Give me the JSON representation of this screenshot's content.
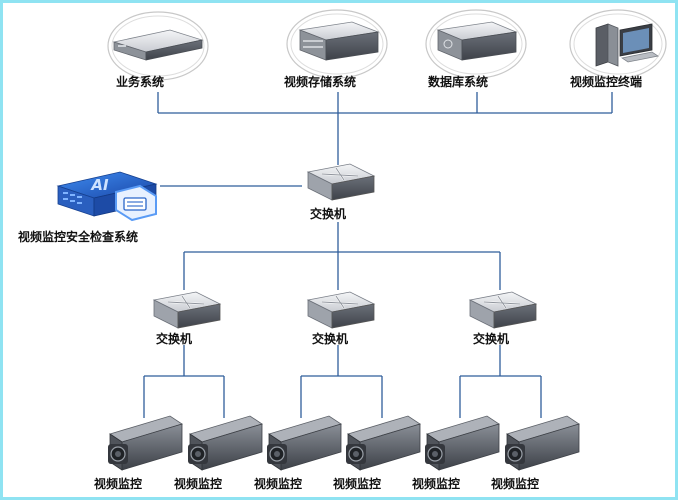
{
  "colors": {
    "frame": "#8fe3f2",
    "link": "#2f5d9b",
    "device_dark": "#4a4f57",
    "device_light": "#d7dadf",
    "ai_blue": "#2a66c9"
  },
  "icons": {
    "server": "server-icon",
    "storage": "storage-server-icon",
    "database": "database-server-icon",
    "terminal": "desktop-terminal-icon",
    "switch": "network-switch-icon",
    "camera": "surveillance-camera-icon",
    "ai_appliance": "ai-security-appliance-icon"
  },
  "top_devices": [
    {
      "label": "业务系统"
    },
    {
      "label": "视频存储系统"
    },
    {
      "label": "数据库系统"
    },
    {
      "label": "视频监控终端"
    }
  ],
  "ai_system": {
    "label": "视频监控安全检查系统",
    "badge": "AI"
  },
  "core_switch": {
    "label": "交换机"
  },
  "access_switches": [
    {
      "label": "交换机"
    },
    {
      "label": "交换机"
    },
    {
      "label": "交换机"
    }
  ],
  "cameras": [
    {
      "label": "视频监控"
    },
    {
      "label": "视频监控"
    },
    {
      "label": "视频监控"
    },
    {
      "label": "视频监控"
    },
    {
      "label": "视频监控"
    },
    {
      "label": "视频监控"
    }
  ]
}
